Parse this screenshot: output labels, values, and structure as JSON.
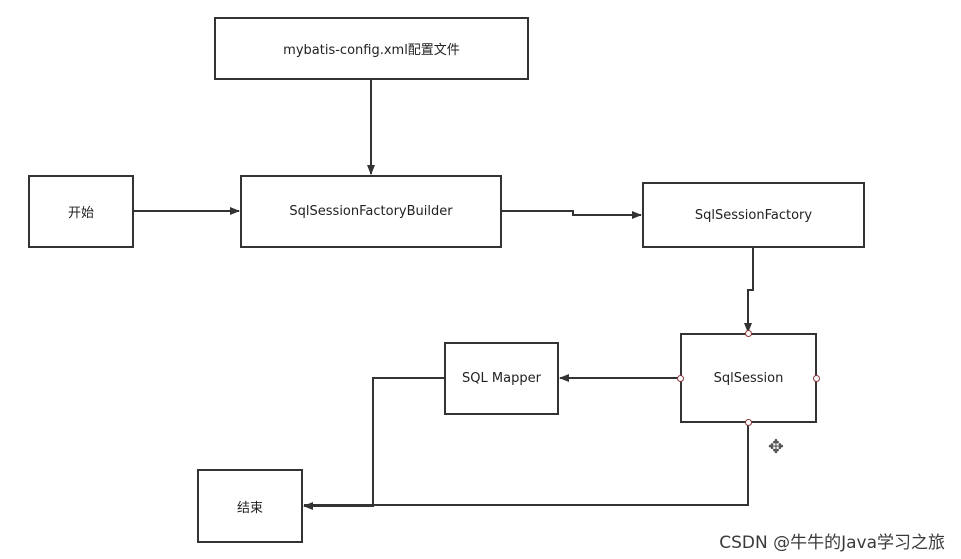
{
  "nodes": {
    "config": "mybatis-config.xml配置文件",
    "start": "开始",
    "builder": "SqlSessionFactoryBuilder",
    "factory": "SqlSessionFactory",
    "session": "SqlSession",
    "mapper": "SQL Mapper",
    "end": "结束"
  },
  "watermark": "CSDN @牛牛的Java学习之旅",
  "icons": {
    "cursor": "move-cursor-icon"
  },
  "colors": {
    "line": "#333333",
    "port": "#8a3a3a"
  }
}
